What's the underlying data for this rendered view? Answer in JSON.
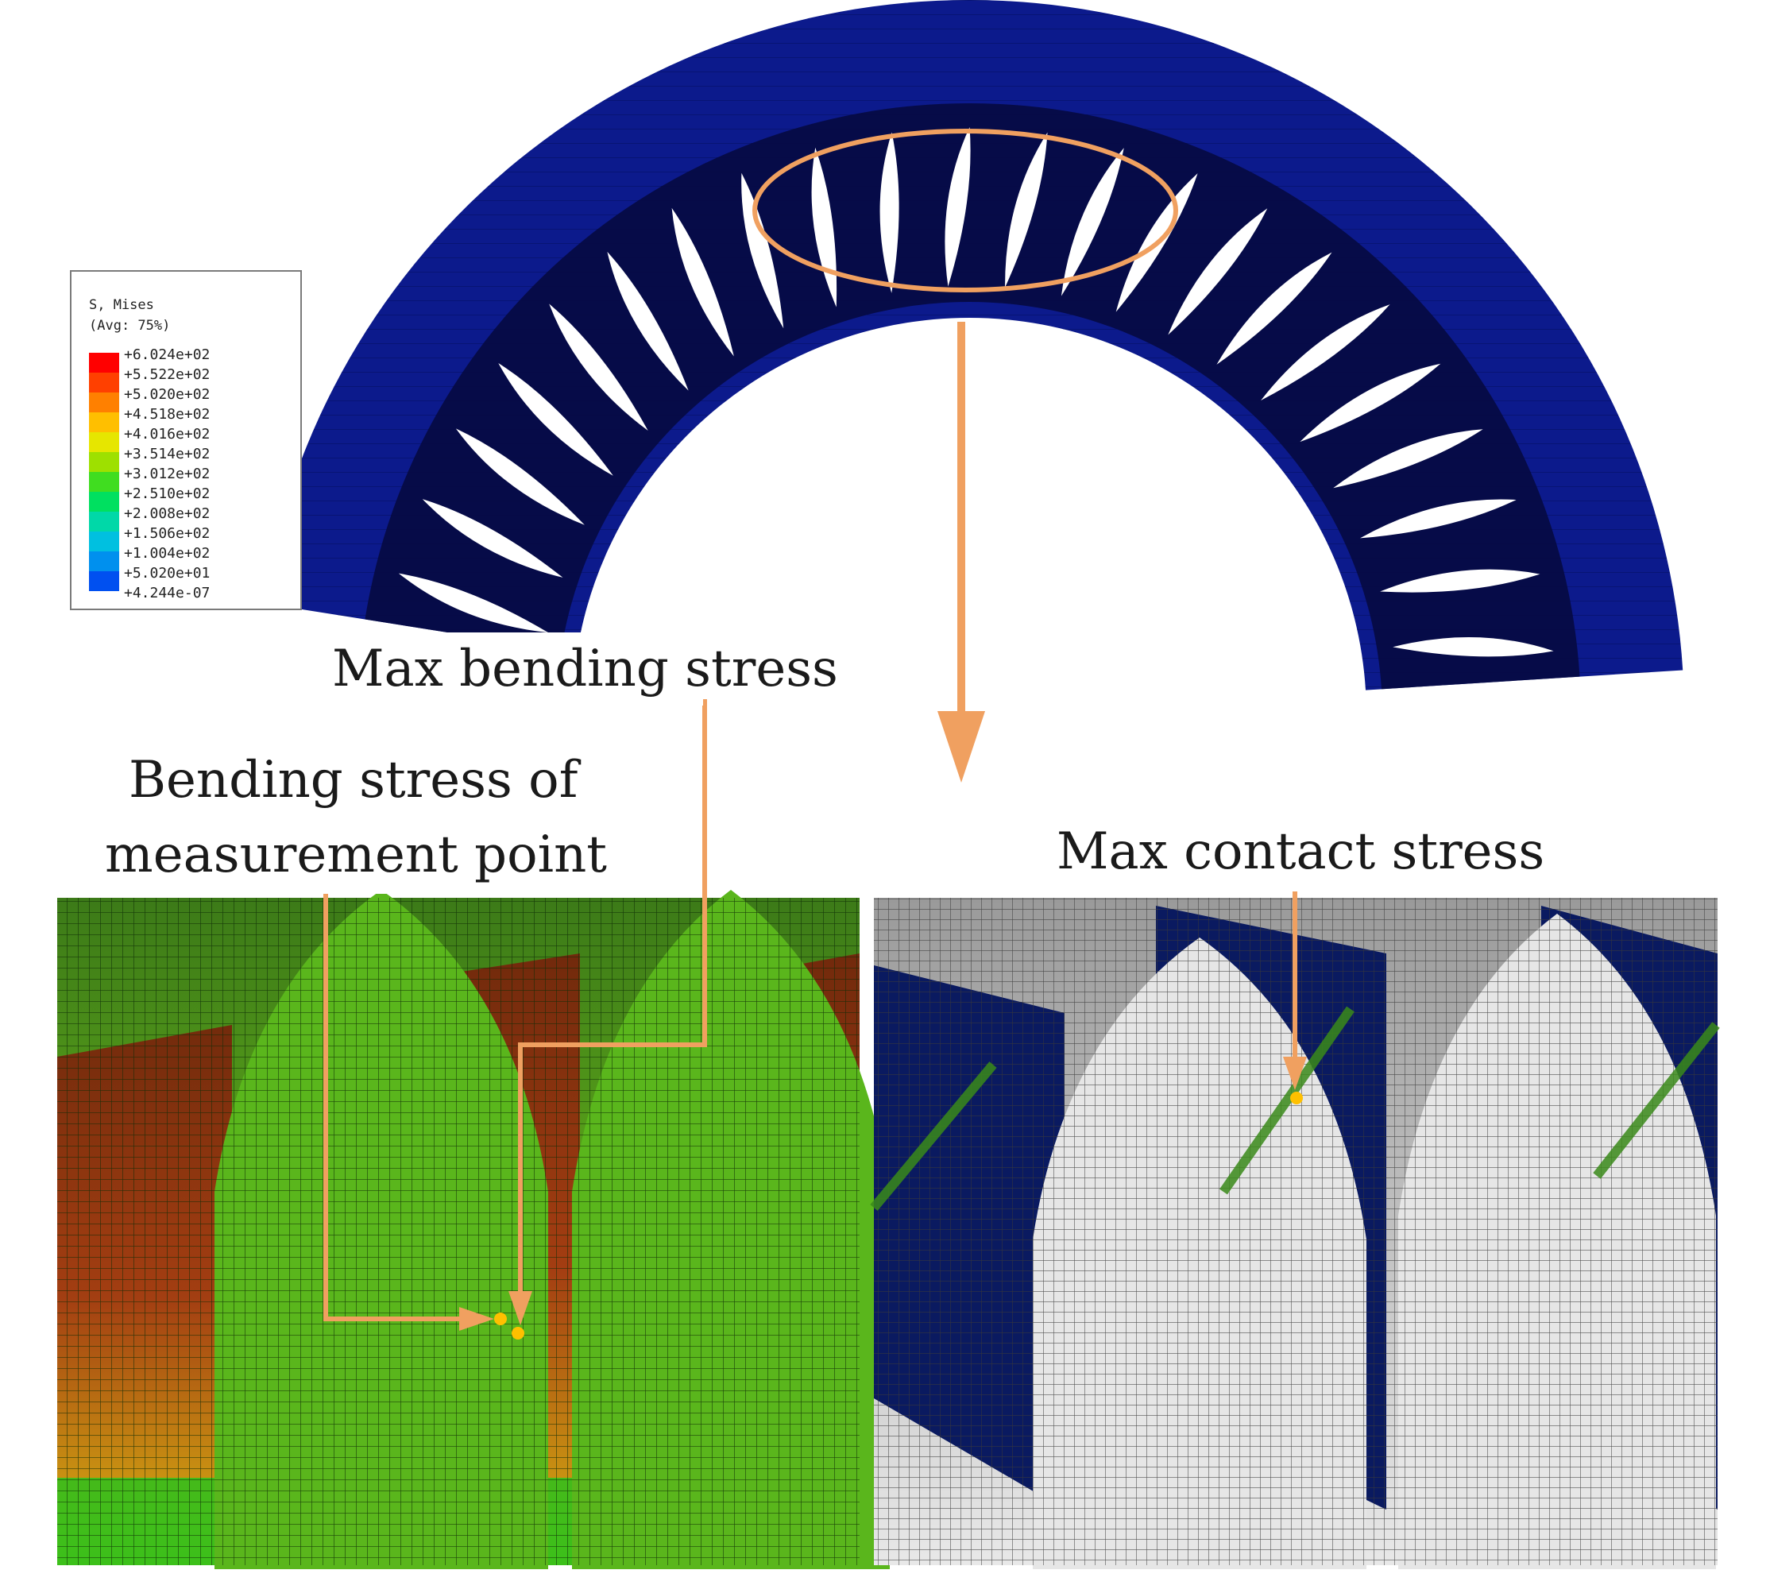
{
  "legend": {
    "title": "S, Mises",
    "subtitle": "(Avg: 75%)",
    "entries": [
      {
        "value": "+6.024e+02",
        "color": "#ff0000"
      },
      {
        "value": "+5.522e+02",
        "color": "#ff4000"
      },
      {
        "value": "+5.020e+02",
        "color": "#ff8000"
      },
      {
        "value": "+4.518e+02",
        "color": "#ffbf00"
      },
      {
        "value": "+4.016e+02",
        "color": "#e6e600"
      },
      {
        "value": "+3.514e+02",
        "color": "#9ee000"
      },
      {
        "value": "+3.012e+02",
        "color": "#40dd20"
      },
      {
        "value": "+2.510e+02",
        "color": "#00e060"
      },
      {
        "value": "+2.008e+02",
        "color": "#00d8a8"
      },
      {
        "value": "+1.506e+02",
        "color": "#00c0e0"
      },
      {
        "value": "+1.004e+02",
        "color": "#0090ee"
      },
      {
        "value": "+5.020e+01",
        "color": "#0050f0"
      },
      {
        "value": "+4.244e-07",
        "color": "#0010e8"
      }
    ]
  },
  "labels": {
    "max_bending": "Max bending stress",
    "bending_measure_line1": "Bending stress of",
    "bending_measure_line2": "measurement point",
    "max_contact": "Max contact stress"
  },
  "colors": {
    "arrow": "#f0a060",
    "gear_blue": "#0c1a8c",
    "gear_dark": "#050a40",
    "mesh_green": "#3a8a1a",
    "mesh_red": "#8a1a0a",
    "mesh_white": "#e6e6e6",
    "flank_blue": "#0a1a60",
    "marker": "#ffc000"
  }
}
